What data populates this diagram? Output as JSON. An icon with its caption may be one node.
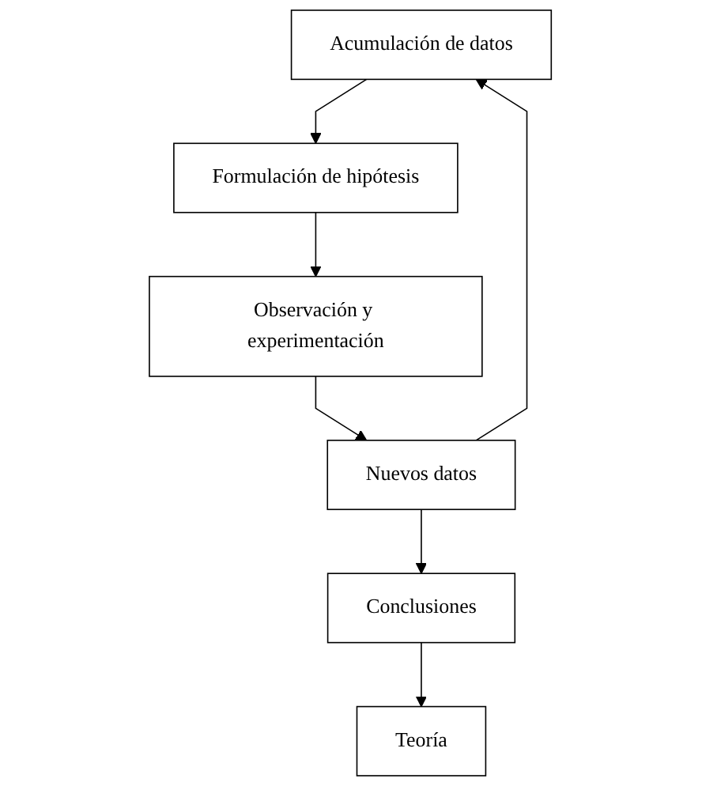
{
  "diagram": {
    "nodes": [
      {
        "text": [
          "Acumulación de datos"
        ]
      },
      {
        "text": [
          "Formulación de hipótesis"
        ]
      },
      {
        "text": [
          "Observación y experimentación"
        ]
      },
      {
        "text": [
          "Nuevos datos"
        ]
      },
      {
        "text": [
          "Conclusiones"
        ]
      },
      {
        "text": [
          "Teoría"
        ]
      }
    ],
    "edges": [
      {
        "from": 0,
        "to": 1,
        "arrow": "to"
      },
      {
        "from": 1,
        "to": 2,
        "arrow": "to"
      },
      {
        "from": 2,
        "to": 3,
        "arrow": "to"
      },
      {
        "from": 3,
        "to": 4,
        "arrow": "to"
      },
      {
        "from": 3,
        "to": 0,
        "arrow": "to"
      },
      {
        "from": 4,
        "to": 5,
        "arrow": "to"
      }
    ]
  }
}
